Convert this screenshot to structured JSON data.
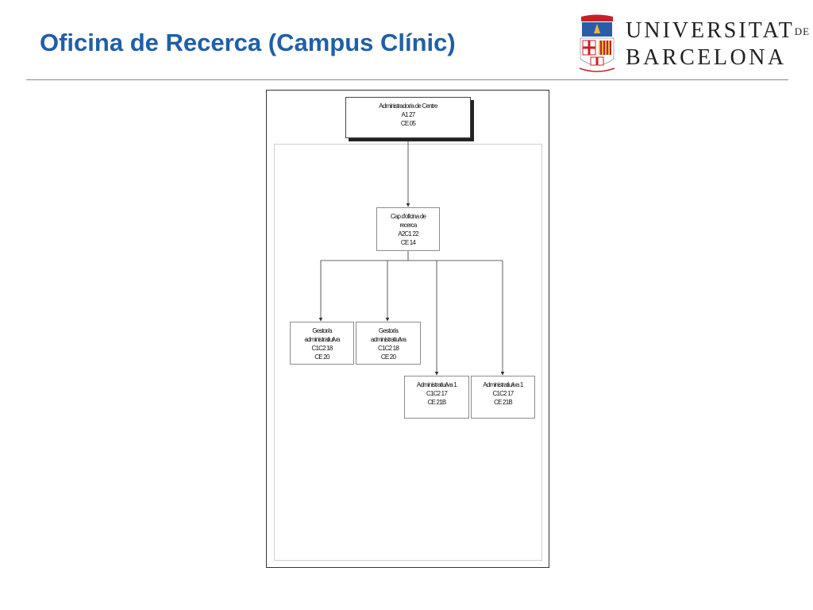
{
  "slide": {
    "title": "Oficina de Recerca (Campus Clínic)"
  },
  "logo": {
    "line1": "UNIVERSITAT",
    "line1_suffix": "DE",
    "line2": "BARCELONA",
    "colors": {
      "red": "#c8202a",
      "gold": "#e8b84a",
      "blue": "#2a5da6"
    }
  },
  "org_chart": {
    "nodes": [
      {
        "id": "admin-centre",
        "lines": [
          "Administrador/a de Centre",
          "A1 27",
          "CE 05"
        ]
      },
      {
        "id": "cap-oficina",
        "lines": [
          "Cap d'oficina de",
          "recerca",
          "A2C1 22",
          "CE 14"
        ]
      },
      {
        "id": "gestor-1",
        "lines": [
          "Gestor/a",
          "administratiu/iva",
          "C1C2 18",
          "CE 20"
        ]
      },
      {
        "id": "gestor-2",
        "lines": [
          "Gestor/a",
          "administratiu/iva",
          "C1C2 18",
          "CE 20"
        ]
      },
      {
        "id": "administratiu-1",
        "lines": [
          "Administratiu/iva 1",
          "C1C2 17",
          "CE 21B"
        ]
      },
      {
        "id": "administratiu-2",
        "lines": [
          "Administratiu/iva 1",
          "C1C2 17",
          "CE 21B"
        ]
      }
    ]
  }
}
